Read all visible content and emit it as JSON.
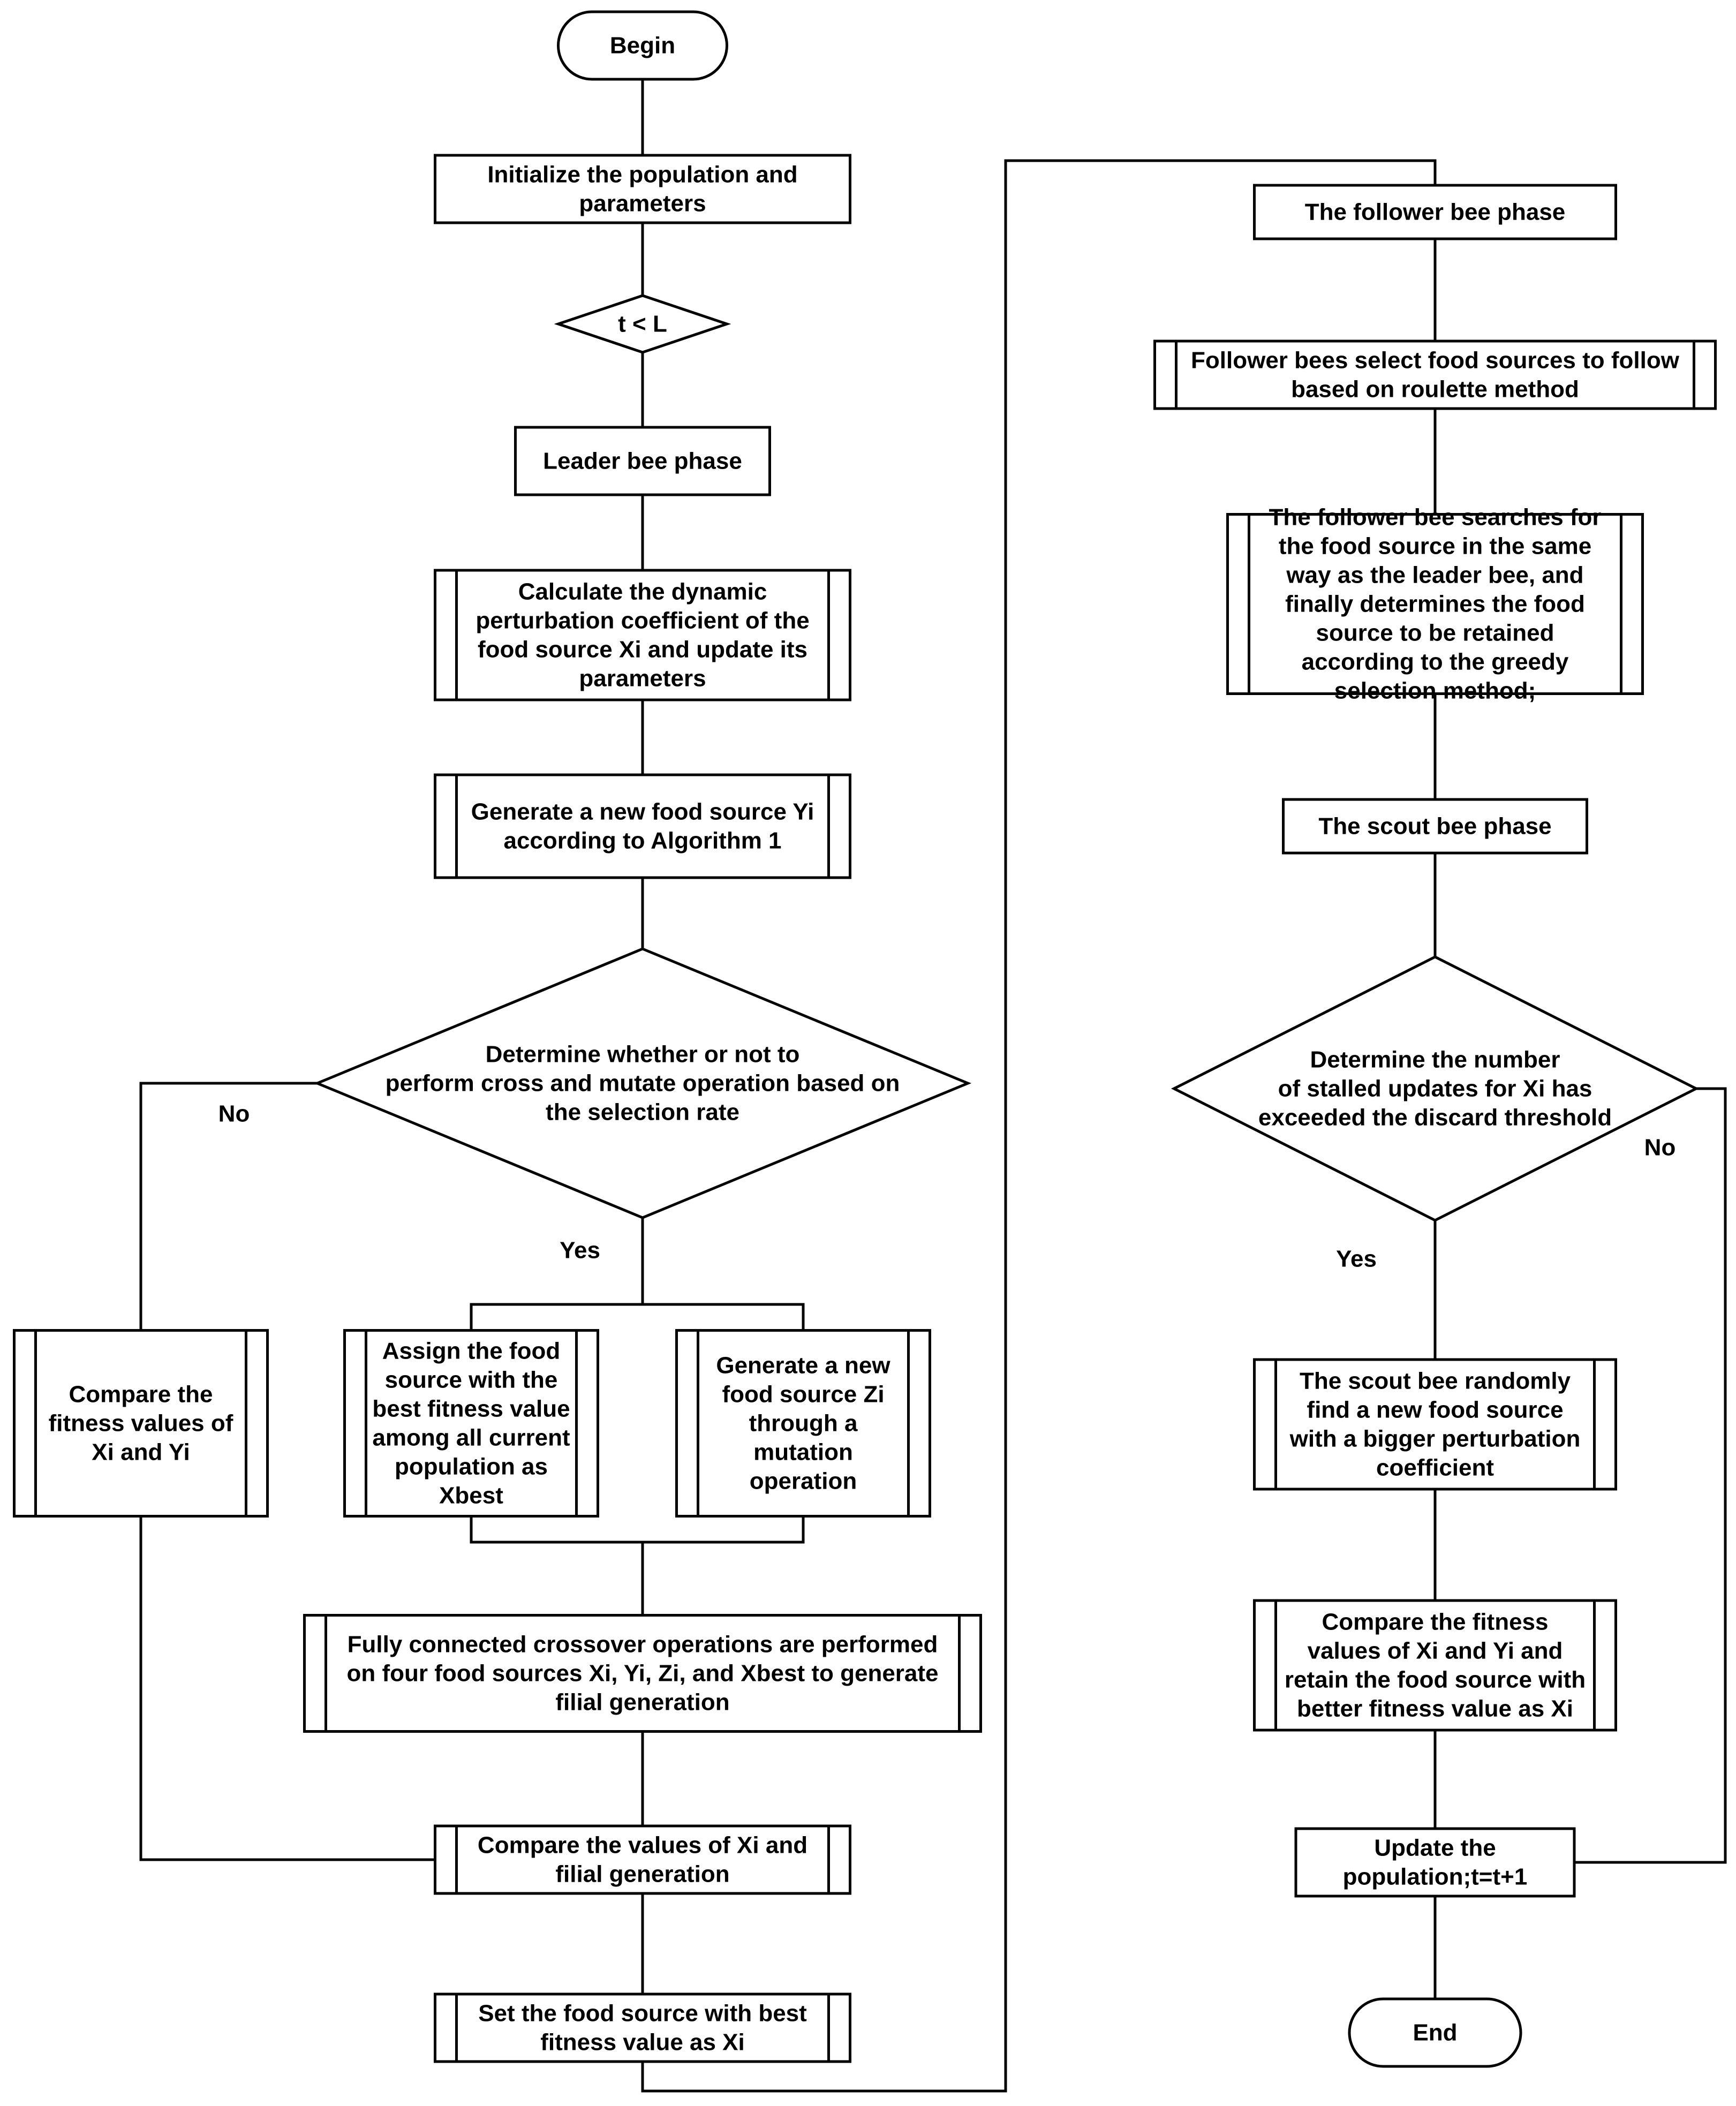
{
  "diagram": {
    "nodes": {
      "begin": [
        "Begin"
      ],
      "init": [
        "Initialize the population and",
        "parameters"
      ],
      "loop_check": [
        "t < L"
      ],
      "leader_phase": [
        "Leader bee phase"
      ],
      "calc_coeff": [
        "Calculate the dynamic",
        "perturbation coefficient of the",
        "food source Xi and update its",
        "parameters"
      ],
      "gen_yi": [
        "Generate a new food source Yi",
        "according to Algorithm 1"
      ],
      "cross_decision": [
        "Determine whether or not to",
        "perform cross and mutate operation based on",
        "the selection rate"
      ],
      "compare_xi_yi": [
        "Compare the",
        "fitness values of",
        "Xi and Yi"
      ],
      "assign_xbest": [
        "Assign the food",
        "source with the",
        "best fitness value",
        "among all current",
        "population as",
        "Xbest"
      ],
      "gen_zi": [
        "Generate a new",
        "food source Zi",
        "through a",
        "mutation",
        "operation"
      ],
      "crossover": [
        "Fully connected crossover operations are performed",
        "on four food sources Xi, Yi, Zi, and Xbest to generate",
        "filial generation"
      ],
      "compare_filial": [
        "Compare the values of Xi and",
        "filial generation"
      ],
      "set_best": [
        "Set the food source with best",
        "fitness value as Xi"
      ],
      "follower_phase": [
        "The follower bee phase"
      ],
      "roulette": [
        "Follower bees select food sources to follow",
        "based on roulette method"
      ],
      "follower_search": [
        "The follower bee searches for",
        "the food source in the same",
        "way as the leader bee, and",
        "finally determines the food",
        "source to be retained",
        "according to the greedy",
        "selection method;"
      ],
      "scout_phase": [
        "The scout bee phase"
      ],
      "stall_decision": [
        "Determine the number",
        "of stalled updates for Xi has",
        "exceeded the discard threshold"
      ],
      "scout_search": [
        "The scout bee randomly",
        "find a new food source",
        "with a bigger perturbation",
        "coefficient"
      ],
      "compare_retain": [
        "Compare the fitness",
        "values of Xi and Yi and",
        "retain the food source with",
        "better fitness value as Xi"
      ],
      "update_pop": [
        "Update the",
        "population;t=t+1"
      ],
      "end": [
        "End"
      ]
    },
    "edge_labels": {
      "cross_no": "No",
      "cross_yes": "Yes",
      "stall_no": "No",
      "stall_yes": "Yes"
    }
  }
}
